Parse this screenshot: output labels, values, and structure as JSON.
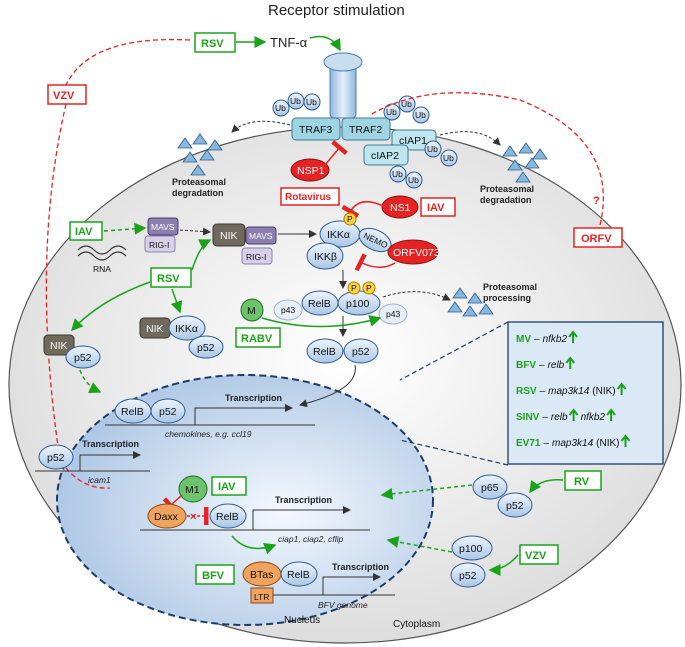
{
  "title": "Receptor stimulation",
  "ligand": "TNF-α",
  "ub": "Ub",
  "p": "P",
  "molecules": {
    "traf3": "TRAF3",
    "traf2": "TRAF2",
    "ciap1": "cIAP1",
    "ciap2": "cIAP2",
    "nsp1": "NSP1",
    "ns1": "NS1",
    "ikka": "IKKα",
    "ikkb": "IKKβ",
    "nemo": "NEMO",
    "orfv073": "ORFV073",
    "nik": "NIK",
    "mavs": "MAVS",
    "rigi": "RIG-I",
    "rna": "RNA",
    "relb": "RelB",
    "p100": "p100",
    "p43": "p43",
    "p52": "p52",
    "m": "M",
    "m1": "M1",
    "daxx": "Daxx",
    "btas": "BTas",
    "ltr": "LTR",
    "p65": "p65"
  },
  "labels": {
    "degradation": "Proteasomal\ndegradation",
    "processing": "Proteasomal\nprocessing",
    "transcription": "Transcription",
    "chemokines": "chemokines, e.g. ccl19",
    "icam1": "icam1",
    "ciap_genes": "ciap1, ciap2, cflip",
    "bfv_genome": "BFV genome",
    "nucleus": "Nucleus",
    "cytoplasm": "Cytoplasm",
    "question": "?"
  },
  "viruses": {
    "rsv": "RSV",
    "vzv": "VZV",
    "rotavirus": "Rotavirus",
    "iav": "IAV",
    "orfv": "ORFV",
    "rabv": "RABV",
    "bfv": "BFV",
    "rv": "RV"
  },
  "panel": [
    {
      "virus": "MV",
      "gene": "nfkb2",
      "suffix": ""
    },
    {
      "virus": "BFV",
      "gene": "relb",
      "suffix": ""
    },
    {
      "virus": "RSV",
      "gene": "map3k14",
      "suffix": "(NIK)"
    },
    {
      "virus": "SINV",
      "gene": "relb",
      "gene2": "nfkb2",
      "suffix": ""
    },
    {
      "virus": "EV71",
      "gene": "map3k14",
      "suffix": "(NIK)"
    }
  ],
  "colors": {
    "green": "#1aa31a",
    "red": "#e52323",
    "protein": "#cfe0f4",
    "protein_stroke": "#2f5b8f",
    "traf": "#a7dbe8",
    "nik": "#6f6a5d",
    "mavs": "#8c7fb0",
    "orange": "#f0a35e",
    "panel_bg": "#dbe8f5"
  }
}
